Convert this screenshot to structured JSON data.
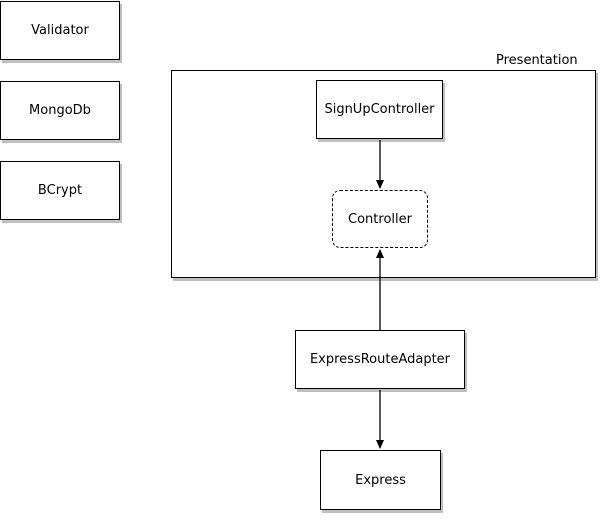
{
  "nodes": {
    "validator": "Validator",
    "mongodb": "MongoDb",
    "bcrypt": "BCrypt",
    "signup_controller": "SignUpController",
    "controller": "Controller",
    "express_route_adapter": "ExpressRouteAdapter",
    "express": "Express"
  },
  "groups": {
    "presentation": "Presentation"
  },
  "edges": [
    {
      "from": "SignUpController",
      "to": "Controller"
    },
    {
      "from": "ExpressRouteAdapter",
      "to": "Controller"
    },
    {
      "from": "ExpressRouteAdapter",
      "to": "Express"
    }
  ]
}
